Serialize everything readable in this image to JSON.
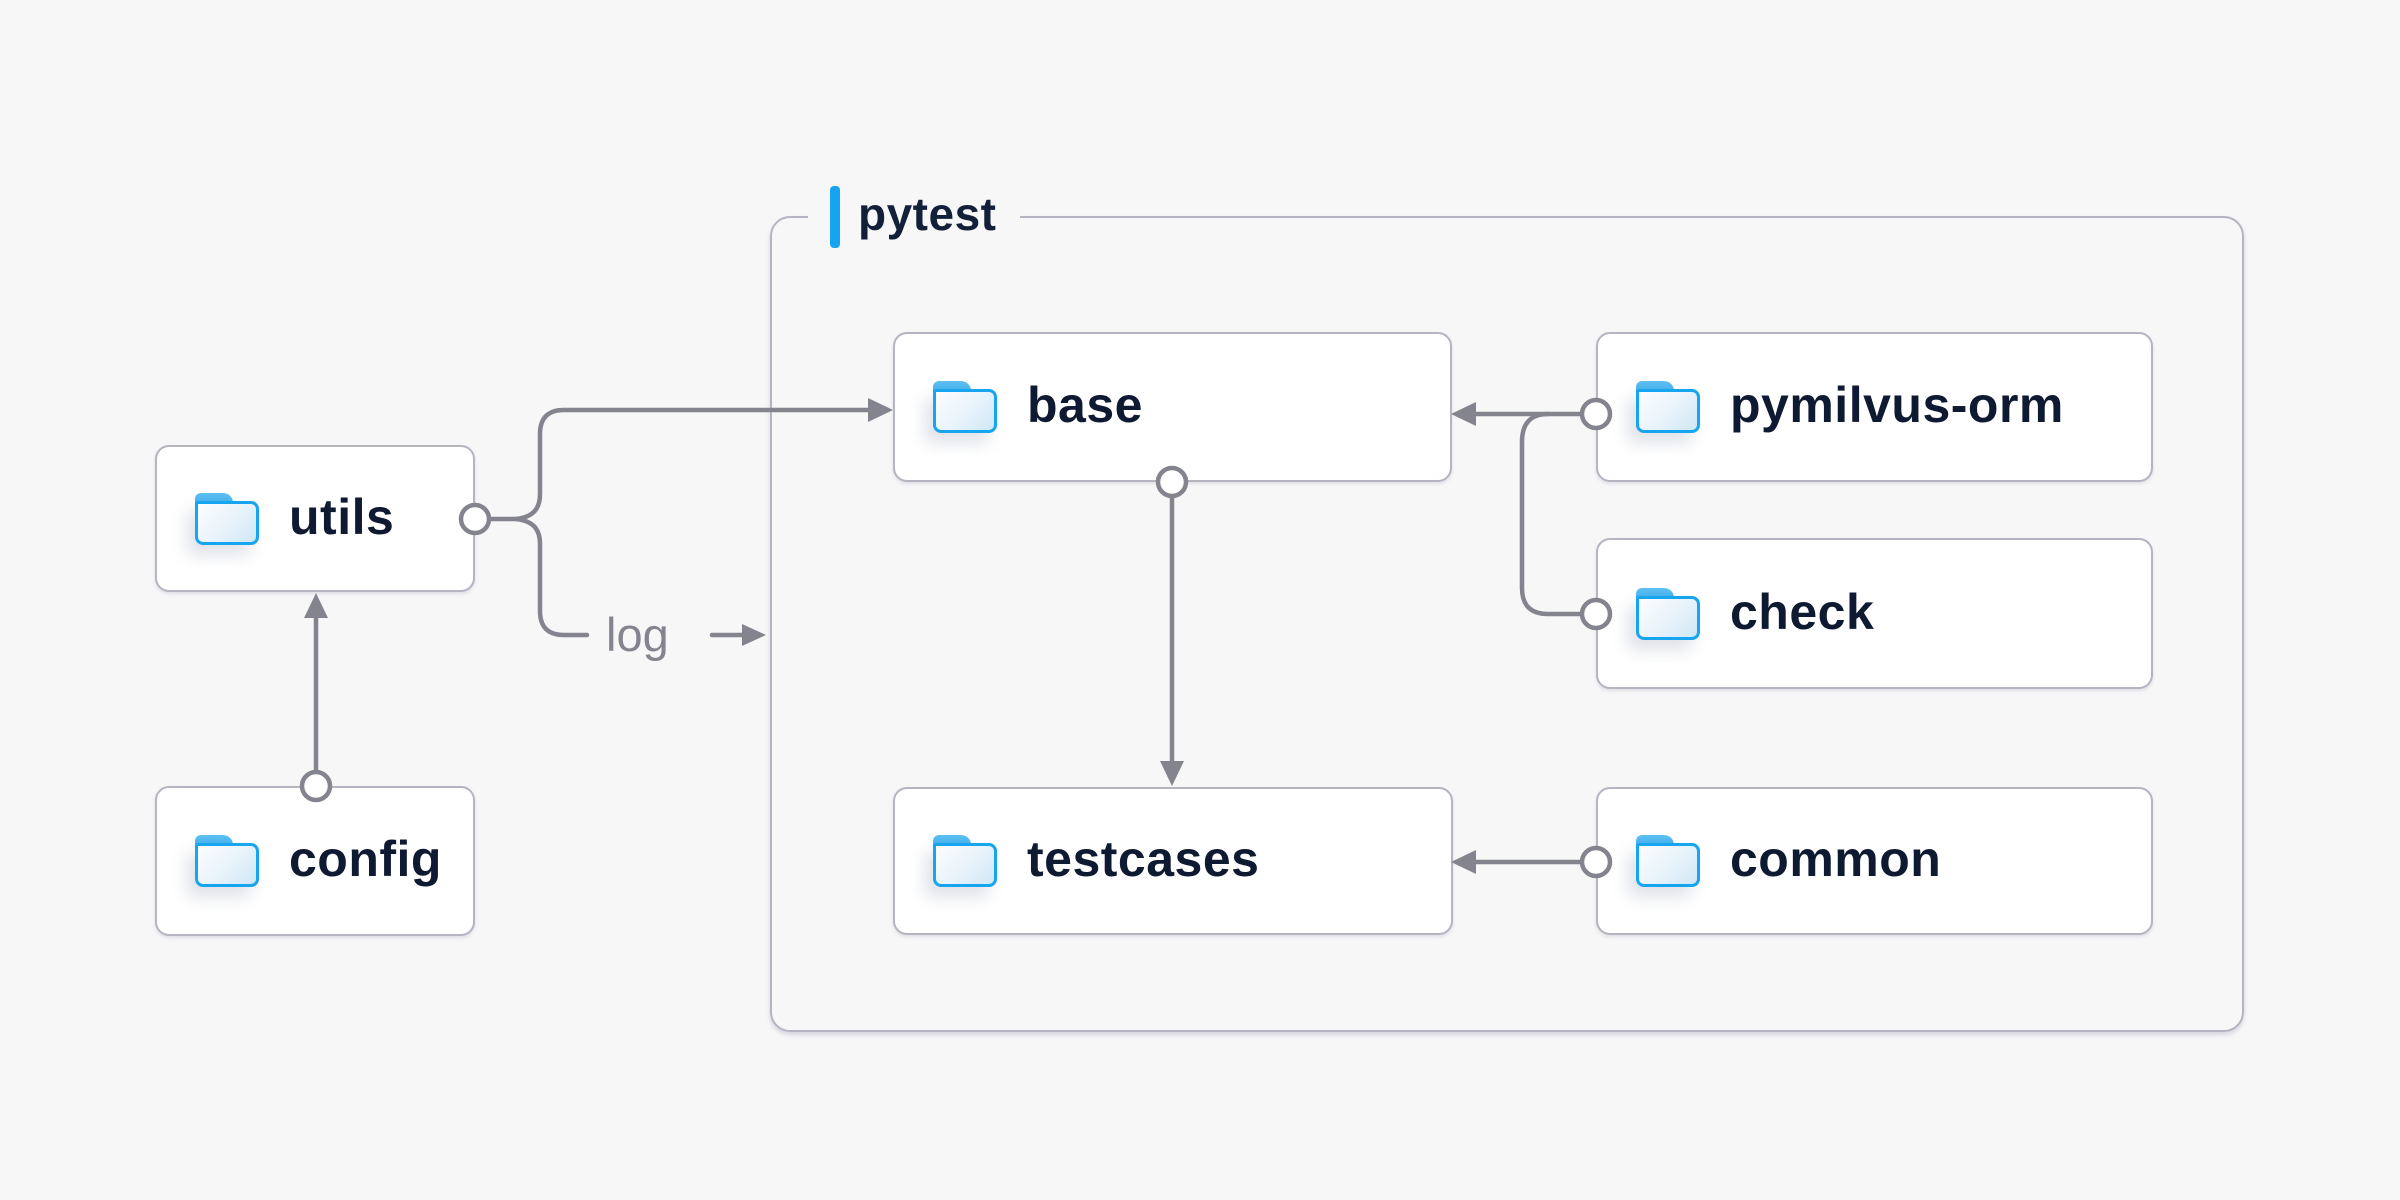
{
  "diagram": {
    "title_group": {
      "label": "pytest"
    },
    "nodes": {
      "utils": {
        "label": "utils",
        "icon": "folder-icon"
      },
      "config": {
        "label": "config",
        "icon": "folder-icon"
      },
      "base": {
        "label": "base",
        "icon": "folder-icon"
      },
      "testcases": {
        "label": "testcases",
        "icon": "folder-icon"
      },
      "pymilvus": {
        "label": "pymilvus-orm",
        "icon": "folder-icon"
      },
      "check": {
        "label": "check",
        "icon": "folder-icon"
      },
      "common": {
        "label": "common",
        "icon": "folder-icon"
      }
    },
    "edges": [
      {
        "from": "config",
        "to": "utils"
      },
      {
        "from": "utils",
        "to": "base"
      },
      {
        "from": "utils",
        "to": "log",
        "label": "log"
      },
      {
        "from": "base",
        "to": "testcases"
      },
      {
        "from": "pymilvus-orm",
        "to": "base"
      },
      {
        "from": "check",
        "to": "base"
      },
      {
        "from": "common",
        "to": "testcases"
      }
    ],
    "edge_label": {
      "log": "log"
    },
    "colors": {
      "background": "#f7f7f8",
      "node_border": "#b5b5c1",
      "node_text": "#0e1a31",
      "connector": "#84848e",
      "accent_blue": "#16a4f0",
      "folder_blue": "#18a5f0"
    }
  }
}
